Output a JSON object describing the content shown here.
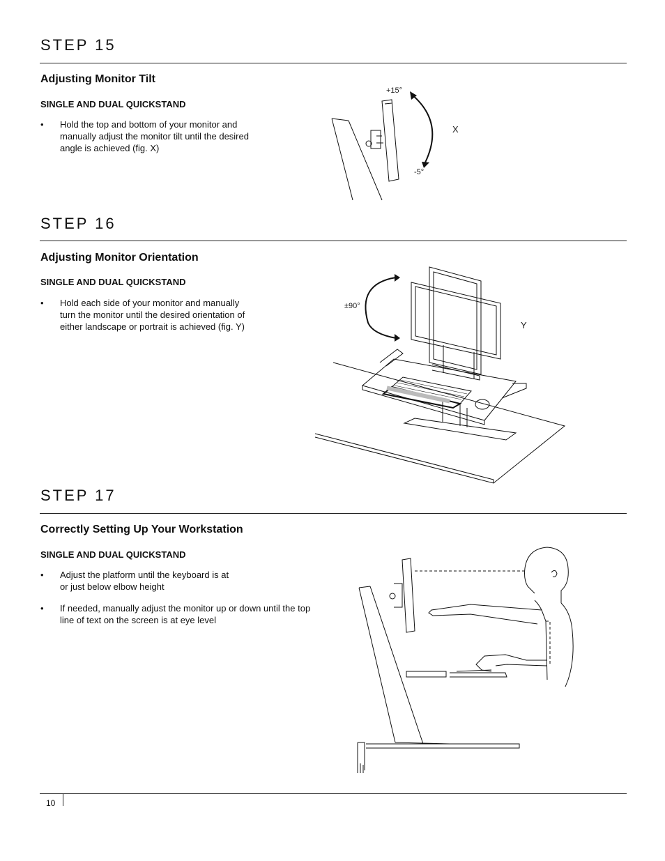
{
  "step15": {
    "title": "STEP 15",
    "heading": "Adjusting Monitor Tilt",
    "sub": "SINGLE AND DUAL QUICKSTAND",
    "bullets": [
      "Hold the top and bottom of your monitor and manually adjust the monitor tilt until the desired angle is achieved (fig. X)"
    ],
    "fig": {
      "label": "X",
      "angle_up": "+15°",
      "angle_down": "-5°"
    }
  },
  "step16": {
    "title": "STEP 16",
    "heading": "Adjusting Monitor Orientation",
    "sub": "SINGLE AND DUAL QUICKSTAND",
    "bullets": [
      "Hold each side of your monitor and manually turn the monitor until the desired orientation of either landscape or portrait is achieved (fig. Y)"
    ],
    "fig": {
      "label": "Y",
      "angle": "±90°"
    }
  },
  "step17": {
    "title": "STEP 17",
    "heading": "Correctly Setting Up Your Workstation",
    "sub": "SINGLE AND DUAL QUICKSTAND",
    "bullets": [
      "Adjust the platform until the keyboard is at or just below elbow height",
      "If needed, manually adjust the monitor up or down until the top line of text on the screen is at eye level"
    ]
  },
  "footer": {
    "page_number": "10"
  }
}
